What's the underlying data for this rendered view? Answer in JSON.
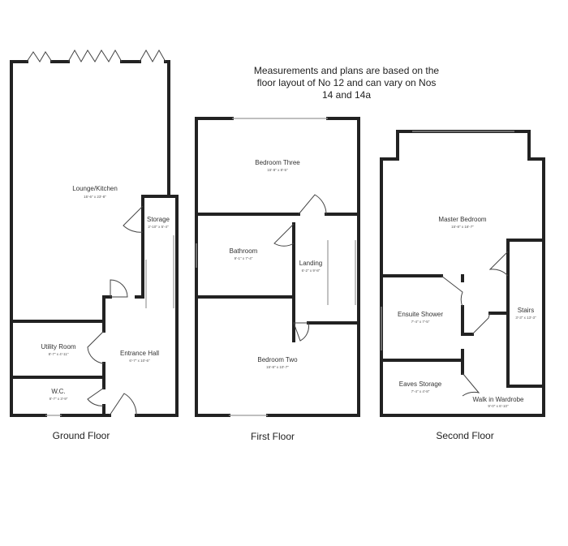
{
  "note": {
    "line1": "Measurements and plans are based on the",
    "line2": "floor layout of No 12 and can vary on Nos",
    "line3": "14 and 14a"
  },
  "floors": {
    "ground": "Ground Floor",
    "first": "First Floor",
    "second": "Second Floor"
  },
  "rooms": {
    "lounge": {
      "name": "Lounge/Kitchen",
      "dims": "15'-6\" x 23'-8\""
    },
    "storage": {
      "name": "Storage",
      "dims": "2'-10\" x 5'-4\""
    },
    "utility": {
      "name": "Utility Room",
      "dims": "8'-7\" x 4'-11\""
    },
    "entrance": {
      "name": "Entrance Hall",
      "dims": "6'-7\" x 10'-6\""
    },
    "wc": {
      "name": "W.C.",
      "dims": "8'-7\" x 3'-9\""
    },
    "bed3": {
      "name": "Bedroom Three",
      "dims": "15'-8\" x 8'-5\""
    },
    "bathroom": {
      "name": "Bathroom",
      "dims": "9'-1\" x 7'-4\""
    },
    "landing": {
      "name": "Landing",
      "dims": "6'-2\" x 9'-8\""
    },
    "bed2": {
      "name": "Bedroom Two",
      "dims": "15'-8\" x 10'-7\""
    },
    "master": {
      "name": "Master Bedroom",
      "dims": "15'-8\" x 16'-7\""
    },
    "ensuite": {
      "name": "Ensuite Shower",
      "dims": "7'-4\" x 7'-5\""
    },
    "stairs": {
      "name": "Stairs",
      "dims": "3'-3\" x 13'-3\""
    },
    "eaves": {
      "name": "Eaves Storage",
      "dims": "7'-4\" x 4'-8\""
    },
    "wardrobe": {
      "name": "Walk in Wardrobe",
      "dims": "9'-0\" x 6'-10\""
    }
  }
}
